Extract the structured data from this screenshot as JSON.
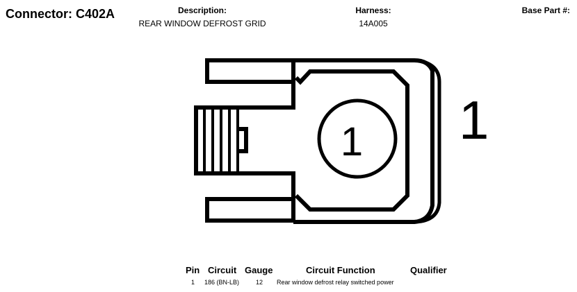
{
  "header": {
    "connector_title": "Connector: C402A",
    "description_label": "Description:",
    "description_value": "REAR WINDOW DEFROST GRID",
    "harness_label": "Harness:",
    "harness_value": "14A005",
    "base_part_label": "Base Part #:"
  },
  "diagram": {
    "cavity_label": "1",
    "side_pin_label": "1"
  },
  "pin_table": {
    "columns": [
      "Pin",
      "Circuit",
      "Gauge",
      "Circuit Function",
      "Qualifier"
    ],
    "rows": [
      {
        "pin": "1",
        "circuit": "186 (BN-LB)",
        "gauge": "12",
        "function": "Rear window defrost relay switched power",
        "qualifier": ""
      }
    ]
  }
}
